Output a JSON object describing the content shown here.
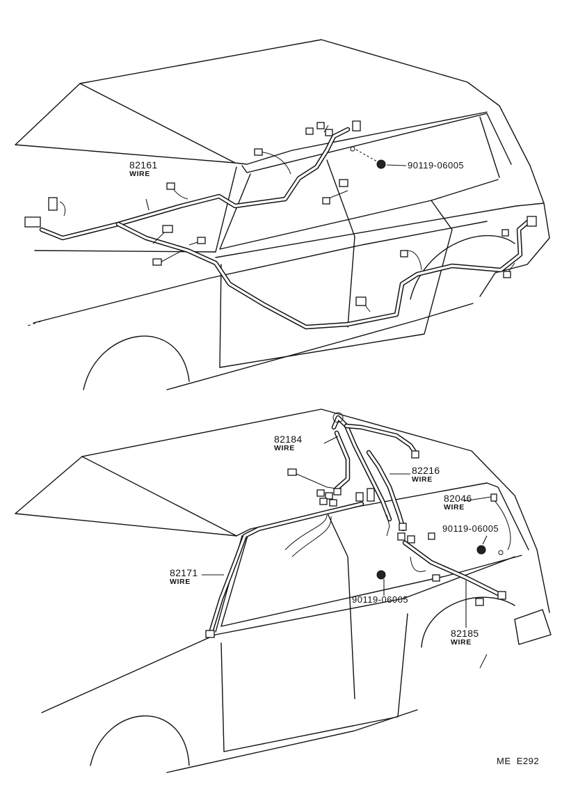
{
  "callouts": {
    "top": {
      "c82161": {
        "part": "82161",
        "desc": "WIRE"
      },
      "bolt": {
        "part": "90119-06005"
      }
    },
    "bottom": {
      "c82184": {
        "part": "82184",
        "desc": "WIRE"
      },
      "c82216": {
        "part": "82216",
        "desc": "WIRE"
      },
      "c82046": {
        "part": "82046",
        "desc": "WIRE"
      },
      "bolt_right": {
        "part": "90119-06005"
      },
      "c82171": {
        "part": "82171",
        "desc": "WIRE"
      },
      "bolt_center": {
        "part": "90119-06005"
      },
      "c82185": {
        "part": "82185",
        "desc": "WIRE"
      }
    }
  },
  "figure_code": "ME  E292"
}
